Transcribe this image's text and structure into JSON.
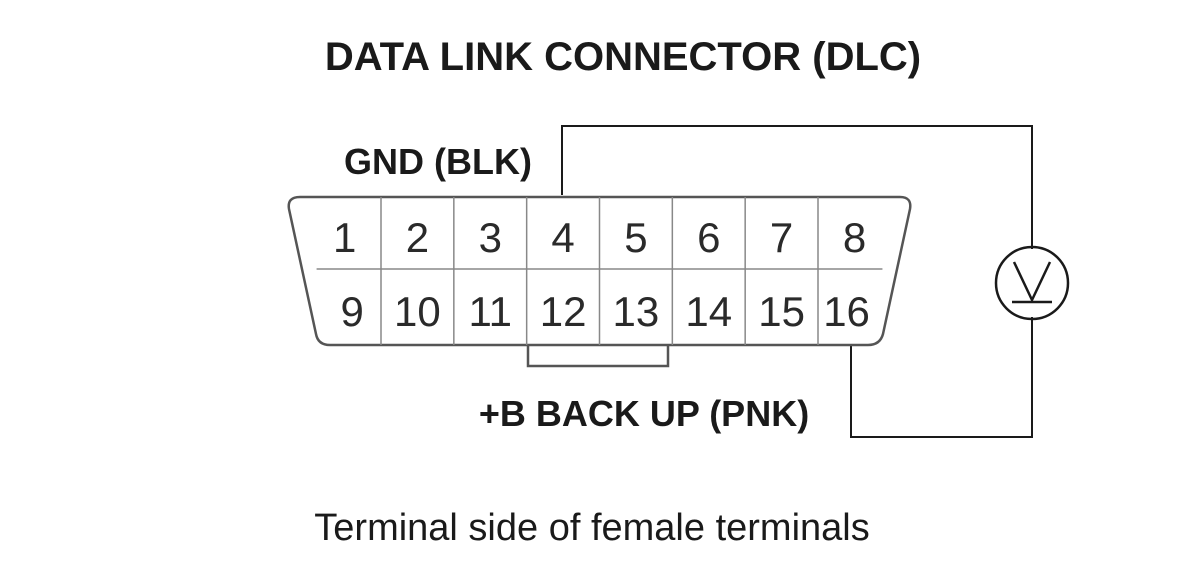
{
  "title": "DATA LINK CONNECTOR (DLC)",
  "labels": {
    "gnd": "GND (BLK)",
    "backup": "+B BACK UP (PNK)"
  },
  "caption": "Terminal side of female terminals",
  "pins": {
    "top": [
      "1",
      "2",
      "3",
      "4",
      "5",
      "6",
      "7",
      "8"
    ],
    "bottom": [
      "9",
      "10",
      "11",
      "12",
      "13",
      "14",
      "15",
      "16"
    ]
  },
  "meter_icon": "voltmeter-icon"
}
